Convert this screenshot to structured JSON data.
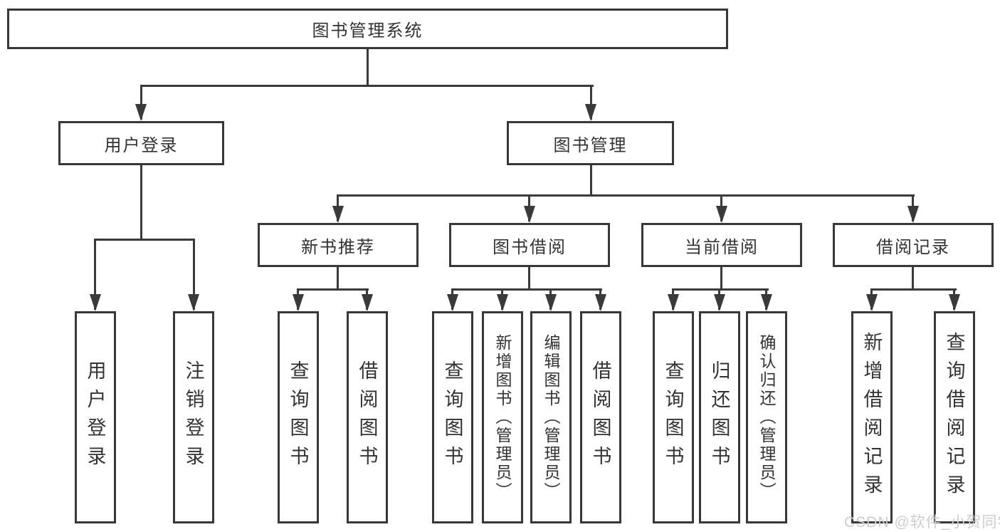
{
  "tree": {
    "root": {
      "label": "图书管理系统"
    },
    "children": [
      {
        "label": "用户登录",
        "children": [
          {
            "label": "用户登录"
          },
          {
            "label": "注销登录"
          }
        ]
      },
      {
        "label": "图书管理",
        "children": [
          {
            "label": "新书推荐",
            "children": [
              {
                "label": "查询图书"
              },
              {
                "label": "借阅图书"
              }
            ]
          },
          {
            "label": "图书借阅",
            "children": [
              {
                "label": "查询图书"
              },
              {
                "label": "新增图书（管理员）"
              },
              {
                "label": "编辑图书（管理员）"
              },
              {
                "label": "借阅图书"
              }
            ]
          },
          {
            "label": "当前借阅",
            "children": [
              {
                "label": "查询图书"
              },
              {
                "label": "归还图书"
              },
              {
                "label": "确认归还（管理员）"
              }
            ]
          },
          {
            "label": "借阅记录",
            "children": [
              {
                "label": "新增借阅记录"
              },
              {
                "label": "查询借阅记录"
              }
            ]
          }
        ]
      }
    ]
  },
  "watermark": "CSDN @软件_小贺同学",
  "colors": {
    "line": "#3a3a3a",
    "text": "#333333",
    "watermark": "#cdcdcd",
    "background": "#ffffff"
  }
}
